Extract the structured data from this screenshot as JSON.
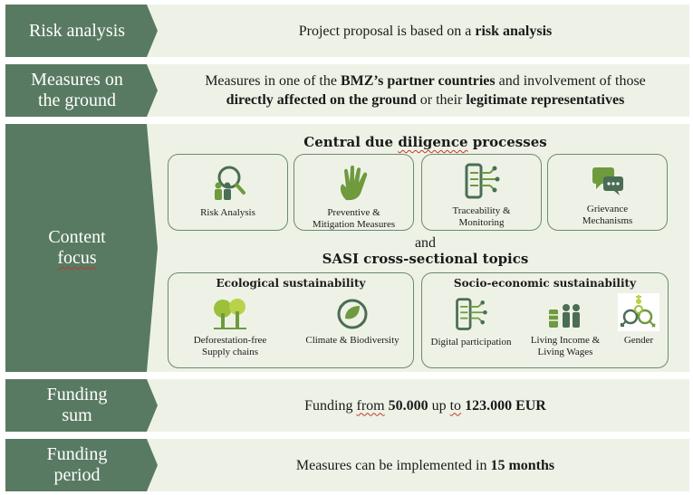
{
  "risk": {
    "label": "Risk analysis",
    "text_pre": "Project proposal is based on a ",
    "text_bold": "risk analysis"
  },
  "measures": {
    "label_l1": "Measures on",
    "label_l2": "the ground",
    "line1_pre": "Measures in one of the ",
    "line1_bold": "BMZ’s partner countries",
    "line1_post": " and involvement of those",
    "line2_bold1": "directly affected on the ground",
    "line2_mid": " or their ",
    "line2_bold2": "legitimate representatives"
  },
  "content_focus": {
    "label_l1": "Content",
    "label_l2": "focus",
    "central_title_pre": "Central due ",
    "central_title_wavy": "diligence",
    "central_title_post": " processes",
    "processes": [
      {
        "label_l1": "Risk Analysis",
        "label_l2": "",
        "icon": "risk-magnifier-people-icon"
      },
      {
        "label_l1": "Preventive &",
        "label_l2": "Mitigation Measures",
        "icon": "hand-stop-icon"
      },
      {
        "label_l1": "Traceability &",
        "label_l2": "Monitoring",
        "icon": "smartphone-network-icon"
      },
      {
        "label_l1": "Grievance",
        "label_l2": "Mechanisms",
        "icon": "chat-bubbles-icon"
      }
    ],
    "and": "and",
    "sasi_title": "SASI cross-sectional topics",
    "eco": {
      "title": "Ecological sustainability",
      "items": [
        {
          "label_l1": "Deforestation-free",
          "label_l2": "Supply chains",
          "icon": "trees-icon"
        },
        {
          "label_l1": "Climate & Biodiversity",
          "label_l2": "",
          "icon": "globe-leaf-icon"
        }
      ]
    },
    "socio": {
      "title": "Socio-economic sustainability",
      "items": [
        {
          "label_l1": "Digital participation",
          "label_l2": "",
          "icon": "smartphone-network-icon"
        },
        {
          "label_l1": "Living Income &",
          "label_l2": "Living Wages",
          "icon": "coins-people-icon"
        },
        {
          "label_l1": "Gender",
          "label_l2": "",
          "icon": "gender-symbols-icon"
        }
      ]
    }
  },
  "funding_sum": {
    "label_l1": "Funding",
    "label_l2": "sum",
    "text_pre": "Funding ",
    "text_wavy1": "from",
    " text_sp": " ",
    "text_bold1": "50.000",
    "text_mid1": " up ",
    "text_wavy2": "to",
    "text_mid2": " ",
    "text_bold2": "123.000 EUR"
  },
  "funding_period": {
    "label_l1": "Funding",
    "label_l2": "period",
    "text_pre": "Measures can be implemented in ",
    "text_bold": "15 months"
  },
  "colors": {
    "label_green": "#587a62",
    "panel_bg": "#eef2e6",
    "icon_green": "#6f9a3e",
    "icon_dark": "#4b6d55"
  }
}
